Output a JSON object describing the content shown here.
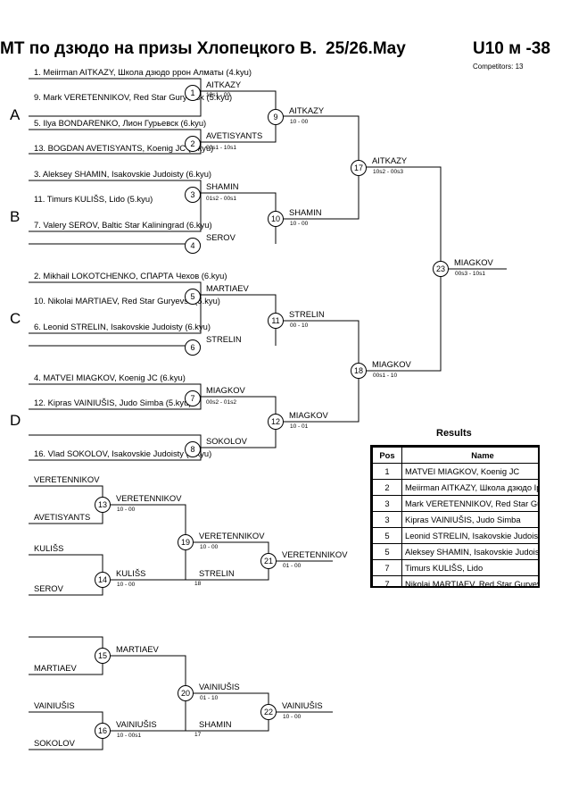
{
  "header": {
    "title": "МТ по дзюдо на призы Хлопецкого В.",
    "date": "25/26.May",
    "category": "U10 м -38",
    "competitors": "Competitors: 13"
  },
  "pools": [
    "A",
    "B",
    "C",
    "D"
  ],
  "entries": [
    "1. Meiirman AITKAZY, Школа дзюдо  ррон Алматы (4.kyu)",
    "9. Mark VERETENNIKOV, Red Star Guryevsk (5.kyu)",
    "5. Ilya BONDARENKO, Лион Гурьевск (6.kyu)",
    "13. BOGDAN AVETISYANTS, Koenig JC (6.kyu)",
    "3. Aleksey SHAMIN, Isakovskie Judoisty (6.kyu)",
    "11. Timurs KULIŠS, Lido (5.kyu)",
    "7. Valery SEROV, Baltic Star Kaliningrad (6.kyu)",
    "2. Mikhail LOKOTCHENKO, СПАРТА Чехов (6.kyu)",
    "10. Nikolai MARTIAEV, Red Star Guryevsk (5.kyu)",
    "6. Leonid STRELIN, Isakovskie Judoisty (6.kyu)",
    "4. MATVEI MIAGKOV, Koenig JC (6.kyu)",
    "12. Kipras VAINIUŠIS, Judo Simba (5.kyu)",
    "16. Vlad SOKOLOV, Isakovskie Judoisty (6.kyu)"
  ],
  "matches": [
    {
      "num": "1",
      "winner": "AITKAZY",
      "score": "10s1 - 00"
    },
    {
      "num": "2",
      "winner": "AVETISYANTS",
      "score": "00s1 - 10s1"
    },
    {
      "num": "3",
      "winner": "SHAMIN",
      "score": "01s2 - 00s1"
    },
    {
      "num": "4",
      "winner": "SEROV",
      "score": ""
    },
    {
      "num": "5",
      "winner": "MARTIAEV",
      "score": ""
    },
    {
      "num": "6",
      "winner": "STRELIN",
      "score": ""
    },
    {
      "num": "7",
      "winner": "MIAGKOV",
      "score": "00s2 - 01s2"
    },
    {
      "num": "8",
      "winner": "SOKOLOV",
      "score": ""
    },
    {
      "num": "9",
      "winner": "AITKAZY",
      "score": "10 - 00"
    },
    {
      "num": "10",
      "winner": "SHAMIN",
      "score": "10 - 00"
    },
    {
      "num": "11",
      "winner": "STRELIN",
      "score": "00 - 10"
    },
    {
      "num": "12",
      "winner": "MIAGKOV",
      "score": "10 - 01"
    },
    {
      "num": "17",
      "winner": "AITKAZY",
      "score": "10s2 - 00s3"
    },
    {
      "num": "18",
      "winner": "MIAGKOV",
      "score": "00s1 - 10"
    },
    {
      "num": "23",
      "winner": "MIAGKOV",
      "score": "00s3 - 10s1"
    }
  ],
  "repechage_a": {
    "entries": [
      "VERETENNIKOV",
      "AVETISYANTS",
      "KULIŠS",
      "SEROV"
    ],
    "m13": {
      "num": "13",
      "winner": "VERETENNIKOV",
      "score": "10 - 00"
    },
    "m14": {
      "num": "14",
      "winner": "KULIŠS",
      "score": "10 - 00"
    },
    "m19": {
      "num": "19",
      "winner": "VERETENNIKOV",
      "score": "10 - 00"
    },
    "strelin": {
      "name": "STRELIN",
      "ref": "18"
    },
    "m21": {
      "num": "21",
      "winner": "VERETENNIKOV",
      "score": "01 - 00"
    }
  },
  "repechage_b": {
    "entries": [
      "",
      "MARTIAEV",
      "VAINIUŠIS",
      "SOKOLOV"
    ],
    "m15": {
      "num": "15",
      "winner": "MARTIAEV",
      "score": ""
    },
    "m16": {
      "num": "16",
      "winner": "VAINIUŠIS",
      "score": "10 - 00s1"
    },
    "m20": {
      "num": "20",
      "winner": "VAINIUŠIS",
      "score": "01 - 10"
    },
    "shamin": {
      "name": "SHAMIN",
      "ref": "17"
    },
    "m22": {
      "num": "22",
      "winner": "VAINIUŠIS",
      "score": "10 - 00"
    }
  },
  "results": {
    "title": "Results",
    "headers": [
      "Pos",
      "Name"
    ],
    "rows": [
      {
        "pos": "1",
        "name": "MATVEI MIAGKOV, Koenig JC"
      },
      {
        "pos": "2",
        "name": "Meiirman AITKAZY, Школа дзюдо Ippon"
      },
      {
        "pos": "3",
        "name": "Mark VERETENNIKOV, Red Star Guryevsk"
      },
      {
        "pos": "3",
        "name": "Kipras VAINIUŠIS, Judo Simba"
      },
      {
        "pos": "5",
        "name": "Leonid STRELIN, Isakovskie Judoisty"
      },
      {
        "pos": "5",
        "name": "Aleksey SHAMIN, Isakovskie Judoisty"
      },
      {
        "pos": "7",
        "name": "Timurs KULIŠS, Lido"
      },
      {
        "pos": "7",
        "name": "Nikolai MARTIAEV, Red Star Guryevsk"
      }
    ]
  }
}
